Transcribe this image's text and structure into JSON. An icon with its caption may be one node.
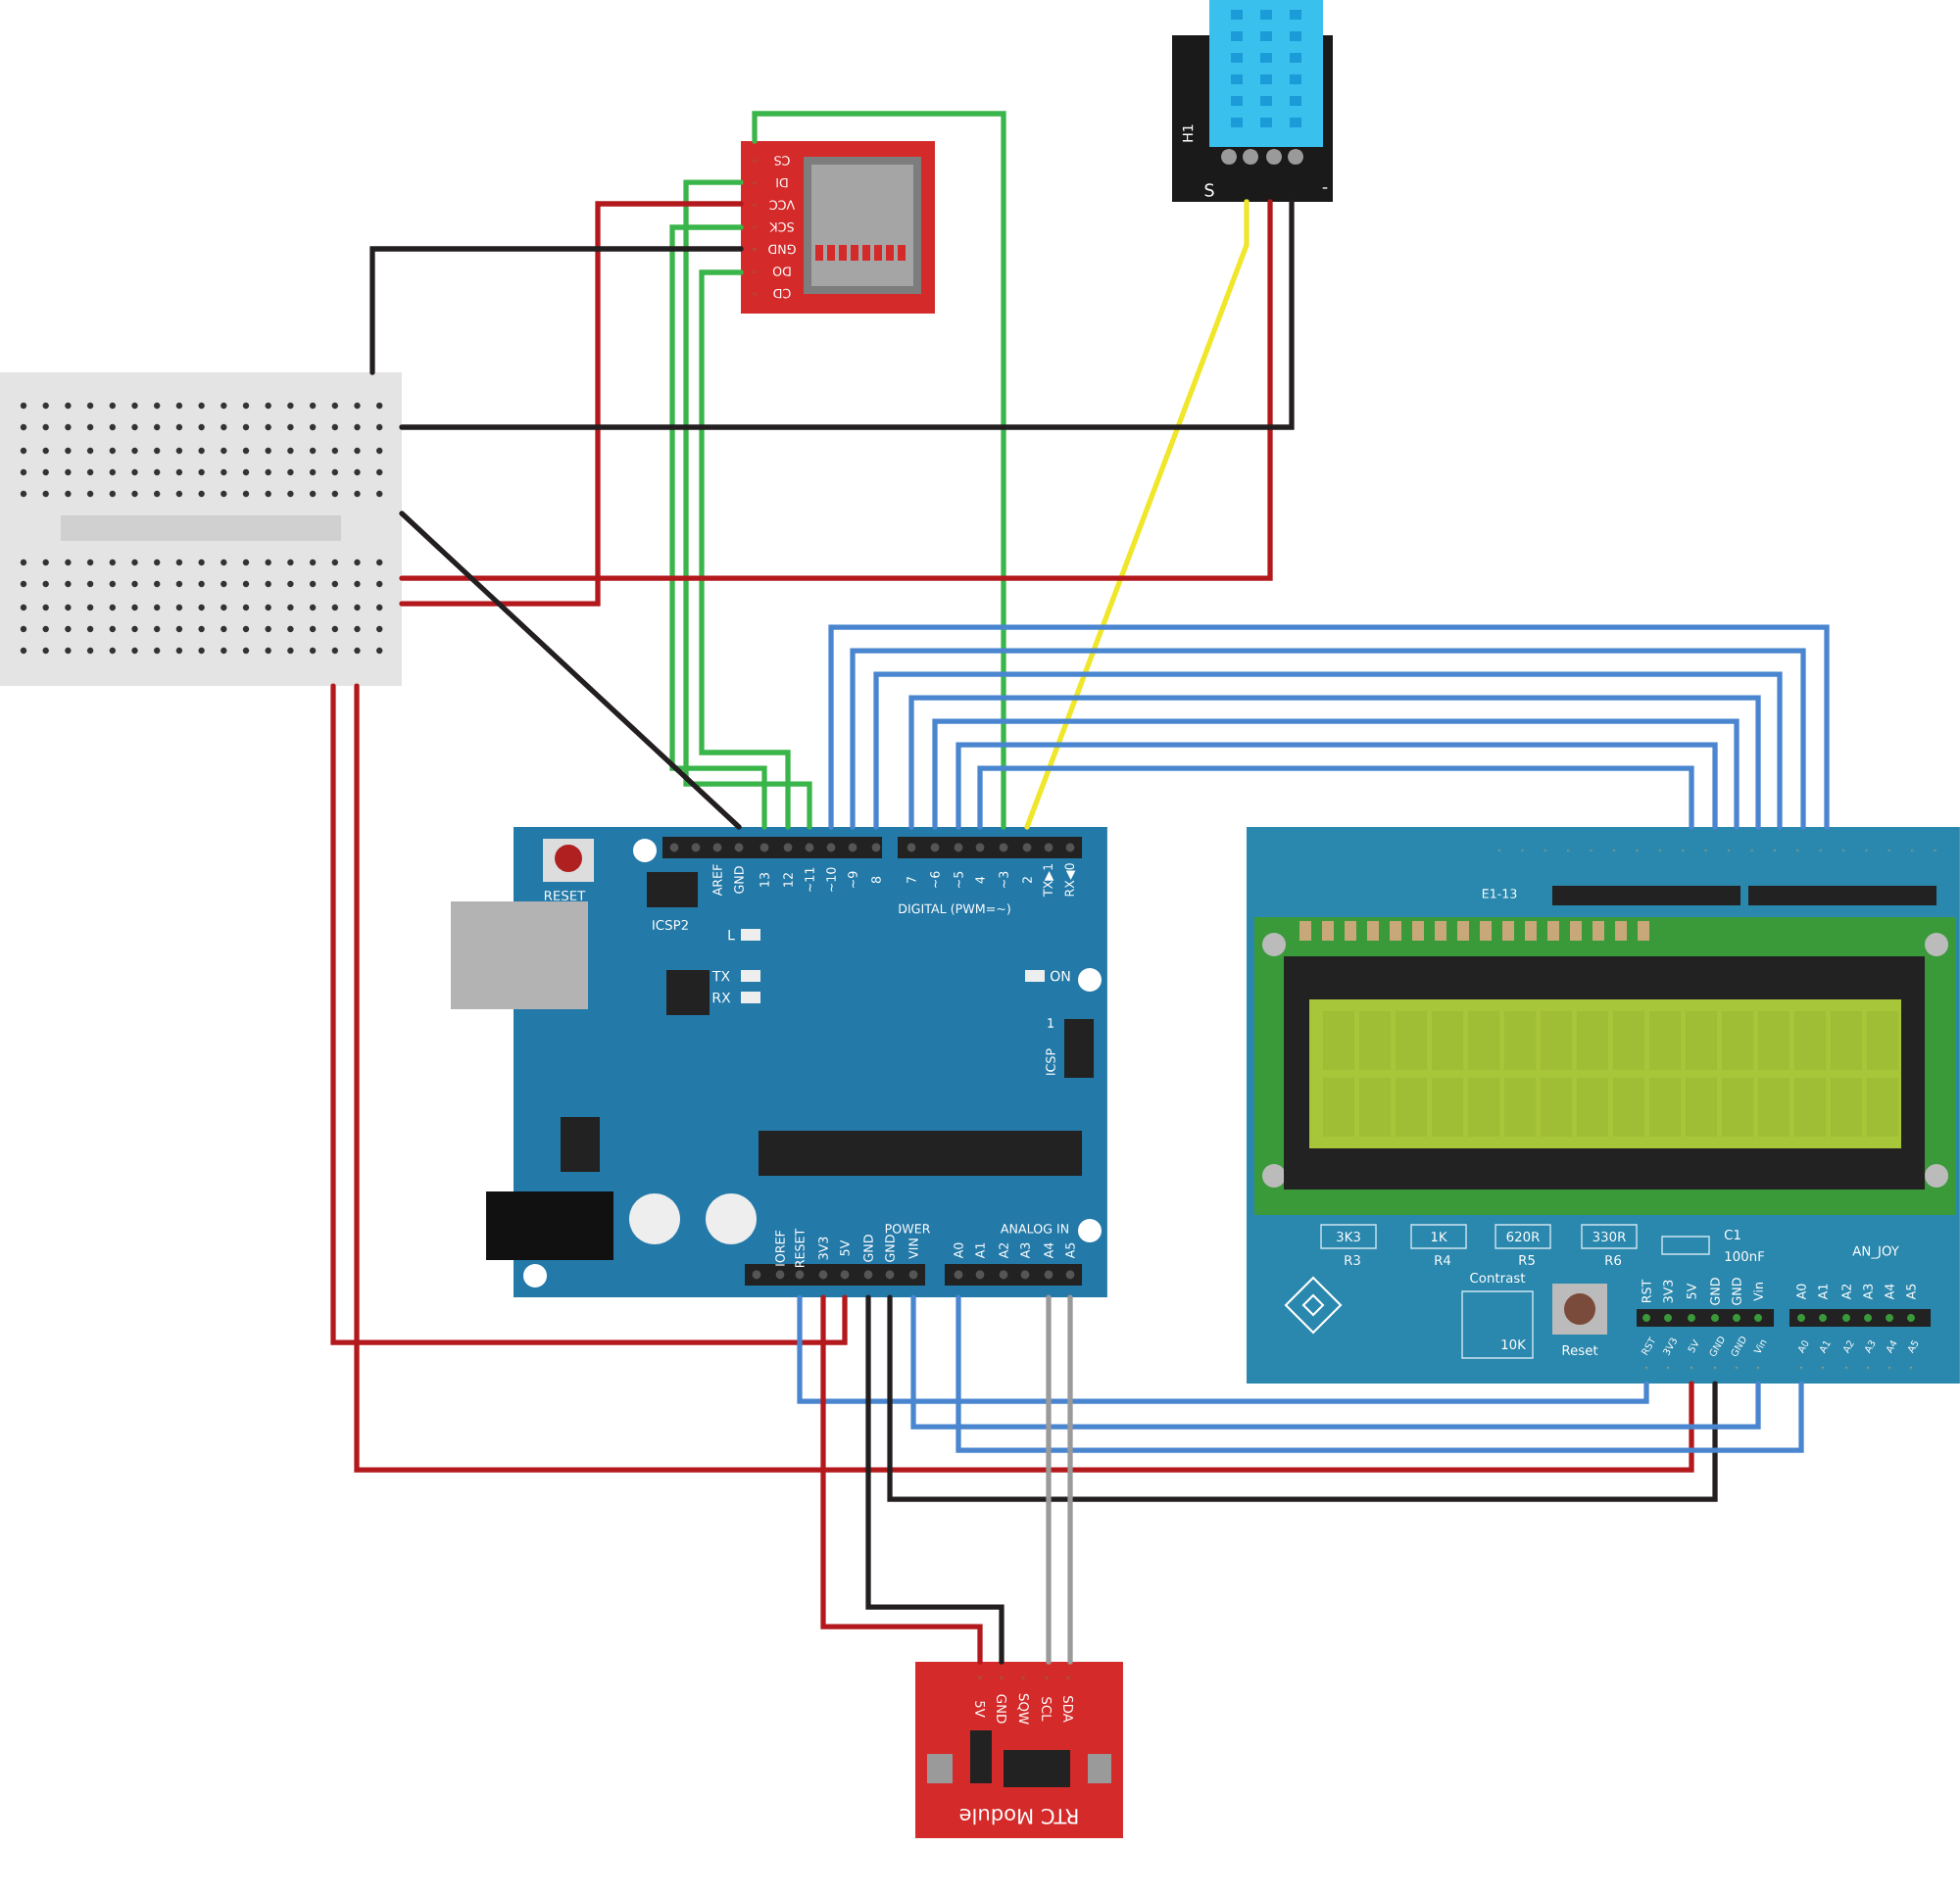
{
  "diagram": {
    "nodes": [
      {
        "text": [],
        "shape": "picture"
      },
      {
        "text": [],
        "shape": "picture"
      },
      {
        "text": [],
        "shape": "picture"
      },
      {
        "text": [],
        "shape": "picture"
      },
      {
        "text": [],
        "shape": "picture"
      },
      {
        "text": [
          "RTC Module"
        ]
      }
    ],
    "edges": [
      {
        "from": 1,
        "to": 3,
        "arrow": "none",
        "color": "#3ab54a"
      },
      {
        "from": 1,
        "to": 3,
        "arrow": "none",
        "color": "#3ab54a"
      },
      {
        "from": 1,
        "to": 3,
        "arrow": "none",
        "color": "#3ab54a"
      },
      {
        "from": 1,
        "to": 3,
        "arrow": "none",
        "color": "#3ab54a"
      },
      {
        "from": 1,
        "to": 0,
        "arrow": "none",
        "color": "#b3191c"
      },
      {
        "from": 1,
        "to": 0,
        "arrow": "none",
        "color": "#231f20"
      },
      {
        "from": 2,
        "to": 3,
        "arrow": "none",
        "color": "#f0e62a"
      },
      {
        "from": 2,
        "to": 0,
        "arrow": "none",
        "color": "#b3191c"
      },
      {
        "from": 2,
        "to": 0,
        "arrow": "none",
        "color": "#231f20"
      },
      {
        "from": 0,
        "to": 3,
        "arrow": "none",
        "color": "#231f20"
      },
      {
        "from": 0,
        "to": 3,
        "arrow": "none",
        "color": "#b3191c"
      },
      {
        "from": 0,
        "to": 4,
        "arrow": "none",
        "color": "#b3191c"
      },
      {
        "from": 3,
        "to": 4,
        "arrow": "none"
      },
      {
        "from": 3,
        "to": 4,
        "arrow": "none"
      },
      {
        "from": 3,
        "to": 4,
        "arrow": "none"
      },
      {
        "from": 3,
        "to": 4,
        "arrow": "none"
      },
      {
        "from": 3,
        "to": 4,
        "arrow": "none"
      },
      {
        "from": 3,
        "to": 4,
        "arrow": "none"
      },
      {
        "from": 3,
        "to": 4,
        "arrow": "none"
      },
      {
        "from": 3,
        "to": 4,
        "arrow": "none"
      },
      {
        "from": 3,
        "to": 4,
        "arrow": "none",
        "color": "#231f20"
      },
      {
        "from": 3,
        "to": 4,
        "arrow": "none"
      },
      {
        "from": 3,
        "to": 4,
        "arrow": "none"
      },
      {
        "from": 3,
        "to": 5,
        "arrow": "none",
        "color": "#b3191c"
      },
      {
        "from": 3,
        "to": 5,
        "arrow": "none",
        "color": "#231f20"
      },
      {
        "from": 3,
        "to": 5,
        "arrow": "none",
        "color": "#9a9a9a"
      },
      {
        "from": 3,
        "to": 5,
        "arrow": "none",
        "color": "#9a9a9a"
      }
    ],
    "labels": [
      "H1",
      "S",
      "-",
      "CS",
      "DI",
      "VCC",
      "SCK",
      "GND",
      "DO",
      "CD",
      "RESET",
      "ICSP2",
      "AREF",
      "GND",
      "13",
      "12",
      "~11",
      "~10",
      "~9",
      "8",
      "7",
      "~6",
      "~5",
      "4",
      "~3",
      "2",
      "TX▶1",
      "RX◀0",
      "DIGITAL (PWM=~)",
      "L",
      "TX",
      "RX",
      "ON",
      "1",
      "ICSP",
      "IOREF",
      "RESET",
      "3V3",
      "5V",
      "GND",
      "GND",
      "VIN",
      "POWER",
      "ANALOG IN",
      "A0",
      "A1",
      "A2",
      "A3",
      "A4",
      "A5",
      "E1-13",
      "3K3",
      "R3",
      "1K",
      "R4",
      "620R",
      "R5",
      "330R",
      "R6",
      "C1",
      "100nF",
      "AN_JOY",
      "Contrast",
      "10K",
      "Reset",
      "RST",
      "3V3",
      "5V",
      "GND",
      "GND",
      "Vin",
      "A0",
      "A1",
      "A2",
      "A3",
      "A4",
      "A5",
      "RST",
      "3V3",
      "5V",
      "GND",
      "GND",
      "Vin",
      "A0",
      "A1",
      "A2",
      "A3",
      "A4",
      "A5",
      "5V",
      "GND",
      "SQW",
      "SCL",
      "SDA"
    ]
  }
}
